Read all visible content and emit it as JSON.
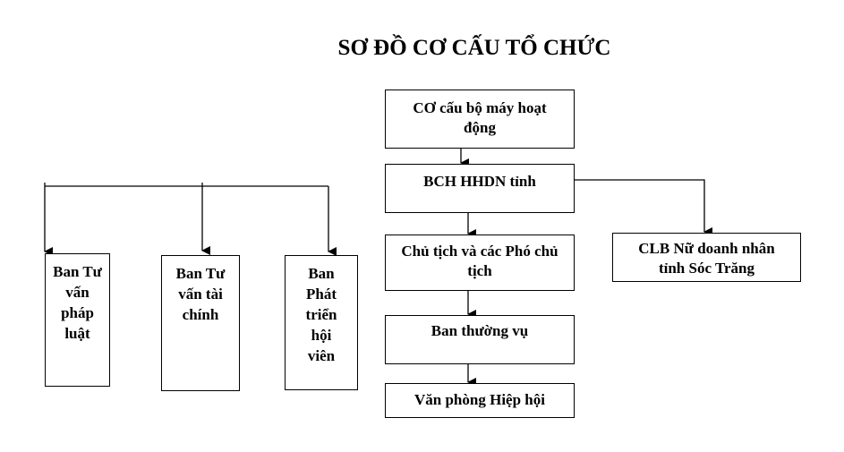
{
  "title": "SƠ ĐỒ CƠ CẤU TỔ CHỨC",
  "main_chain": [
    "CƠ cấu bộ máy  hoạt động",
    "BCH HHDN tỉnh",
    "Chủ tịch và các Phó chủ tịch",
    "Ban thường vụ",
    "Văn phòng Hiệp hội"
  ],
  "side_box": "CLB Nữ doanh nhân tỉnh Sóc Trăng",
  "left_boxes": [
    "Ban Tư vấn pháp luật",
    "Ban Tư vấn tài chính",
    "Ban Phát triển hội viên"
  ]
}
